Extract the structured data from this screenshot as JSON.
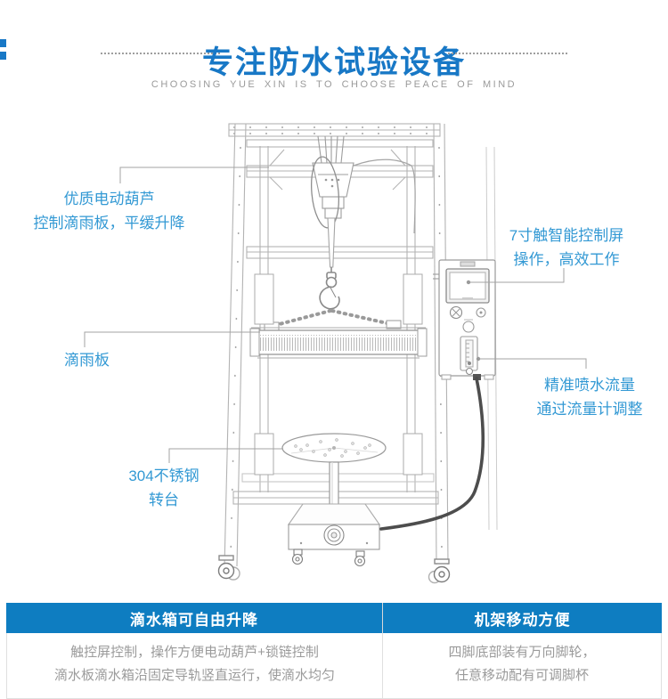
{
  "header": {
    "title": "专注防水试验设备",
    "subtitle": "CHOOSING YUE XIN IS TO CHOOSE PEACE OF MIND"
  },
  "callouts": {
    "hoist": {
      "line1": "优质电动葫芦",
      "line2": "控制滴雨板，平缓升降"
    },
    "screen": {
      "line1": "7寸触智能控制屏",
      "line2": "操作，高效工作"
    },
    "dripboard": {
      "line1": "滴雨板"
    },
    "flow": {
      "line1": "精准喷水流量",
      "line2": "通过流量计调整"
    },
    "turntable": {
      "line1": "304不锈钢",
      "line2": "转台"
    }
  },
  "table": {
    "left": {
      "header": "滴水箱可自由升降",
      "body_line1": "触控屏控制，操作方便电动葫芦+锁链控制",
      "body_line2": "滴水板滴水箱沿固定导轨竖直运行，使滴水均匀"
    },
    "right": {
      "header": "机架移动方便",
      "body_line1": "四脚底部装有万向脚轮，",
      "body_line2": "任意移动配有可调脚杯"
    }
  },
  "colors": {
    "title_blue": "#1878c6",
    "label_blue": "#3399d4",
    "table_header_blue": "#0e7dc1",
    "body_text_gray": "#9b9b9b",
    "drawing_line_gray": "#b3b3b3",
    "cable_dark": "#4d4d4d"
  }
}
